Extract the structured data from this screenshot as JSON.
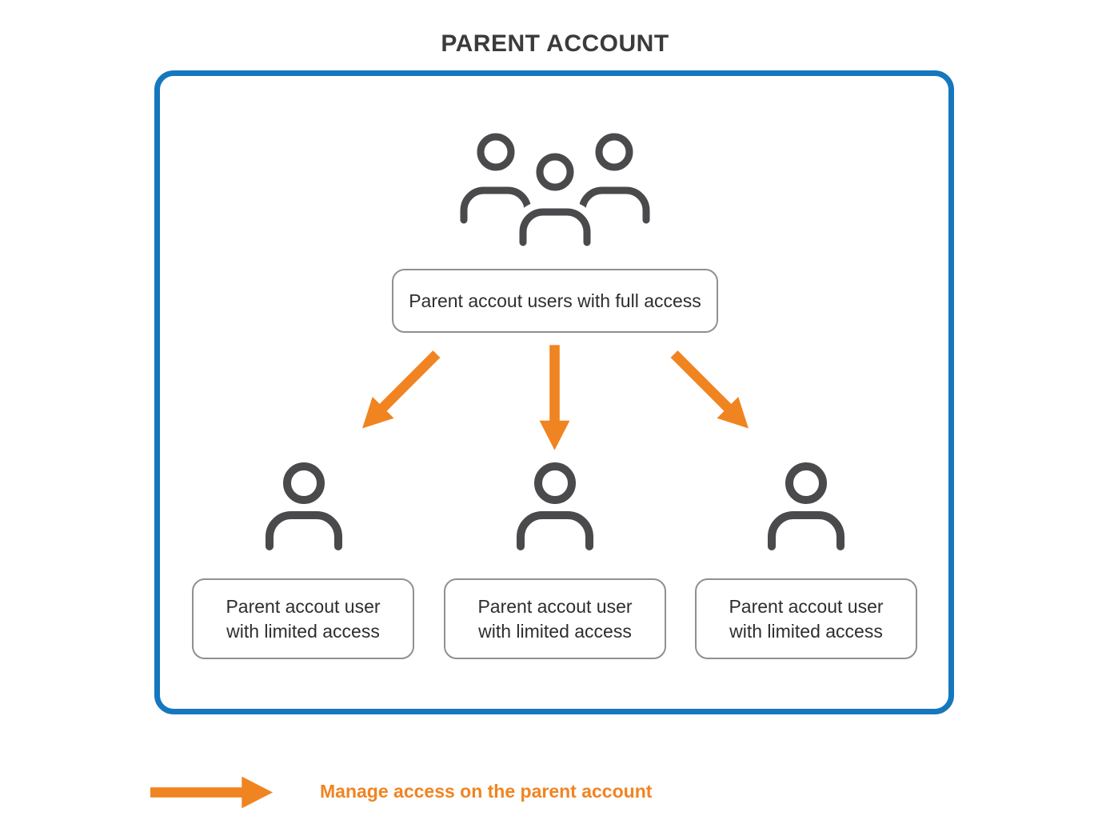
{
  "title": "PARENT ACCOUNT",
  "colors": {
    "frame_blue": "#1577bd",
    "arrow_orange": "#f08421",
    "icon_gray": "#4a4a4d",
    "box_border_gray": "#8f8f94",
    "text_dark": "#2e2e30"
  },
  "diagram": {
    "full_access_label": "Parent accout users with full access",
    "limited_nodes": [
      {
        "line1": "Parent accout user",
        "line2": "with limited access"
      },
      {
        "line1": "Parent accout user",
        "line2": "with limited access"
      },
      {
        "line1": "Parent accout user",
        "line2": "with limited access"
      }
    ]
  },
  "legend": {
    "label": "Manage access on the parent account"
  }
}
